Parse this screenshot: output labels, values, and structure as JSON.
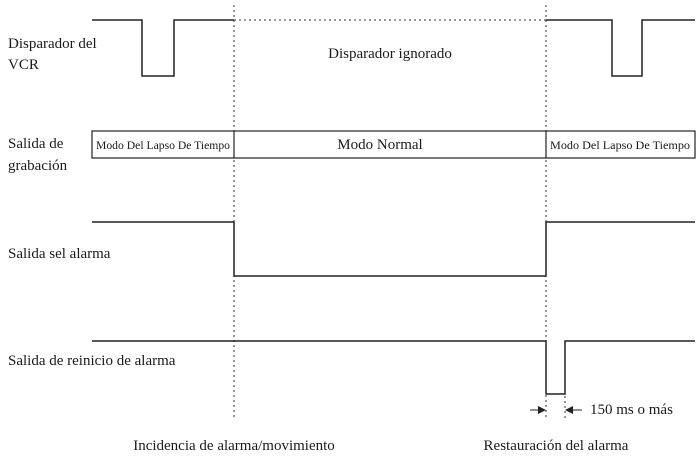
{
  "diagram": {
    "signals": {
      "vcr_trigger": [
        "Disparador del",
        "VCR"
      ],
      "recording_output": [
        "Salida de",
        "grabación"
      ],
      "alarm_output": "Salida sel alarma",
      "alarm_reset_output": "Salida de reinicio de alarma"
    },
    "annotations": {
      "trigger_ignored": "Disparador ignorado",
      "mode_time_lapse_left": "Modo Del Lapso De Tiempo",
      "mode_normal": "Modo Normal",
      "mode_time_lapse_right": "Modo Del Lapso De Tiempo",
      "pulse_width": "150 ms o más"
    },
    "events": {
      "alarm_onset": "Incidencia de alarma/movimiento",
      "alarm_restore": "Restauración del alarma"
    }
  }
}
